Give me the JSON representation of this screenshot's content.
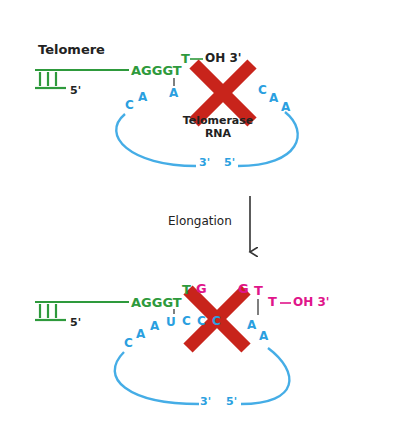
{
  "diagram": {
    "labels": [
      "Telomere",
      "5'",
      "AGGGT",
      "T",
      "OH 3'",
      "C",
      "A",
      "A",
      "C",
      "A",
      "A",
      "Telomerase RNA",
      "3'",
      "5'",
      "Elongation",
      "5'",
      "AGGGT",
      "T",
      "G",
      "G",
      "T",
      "T",
      "OH 3'",
      "C",
      "A",
      "A",
      "U",
      "C",
      "C",
      "C",
      "A",
      "A",
      "3'",
      "5'"
    ]
  }
}
